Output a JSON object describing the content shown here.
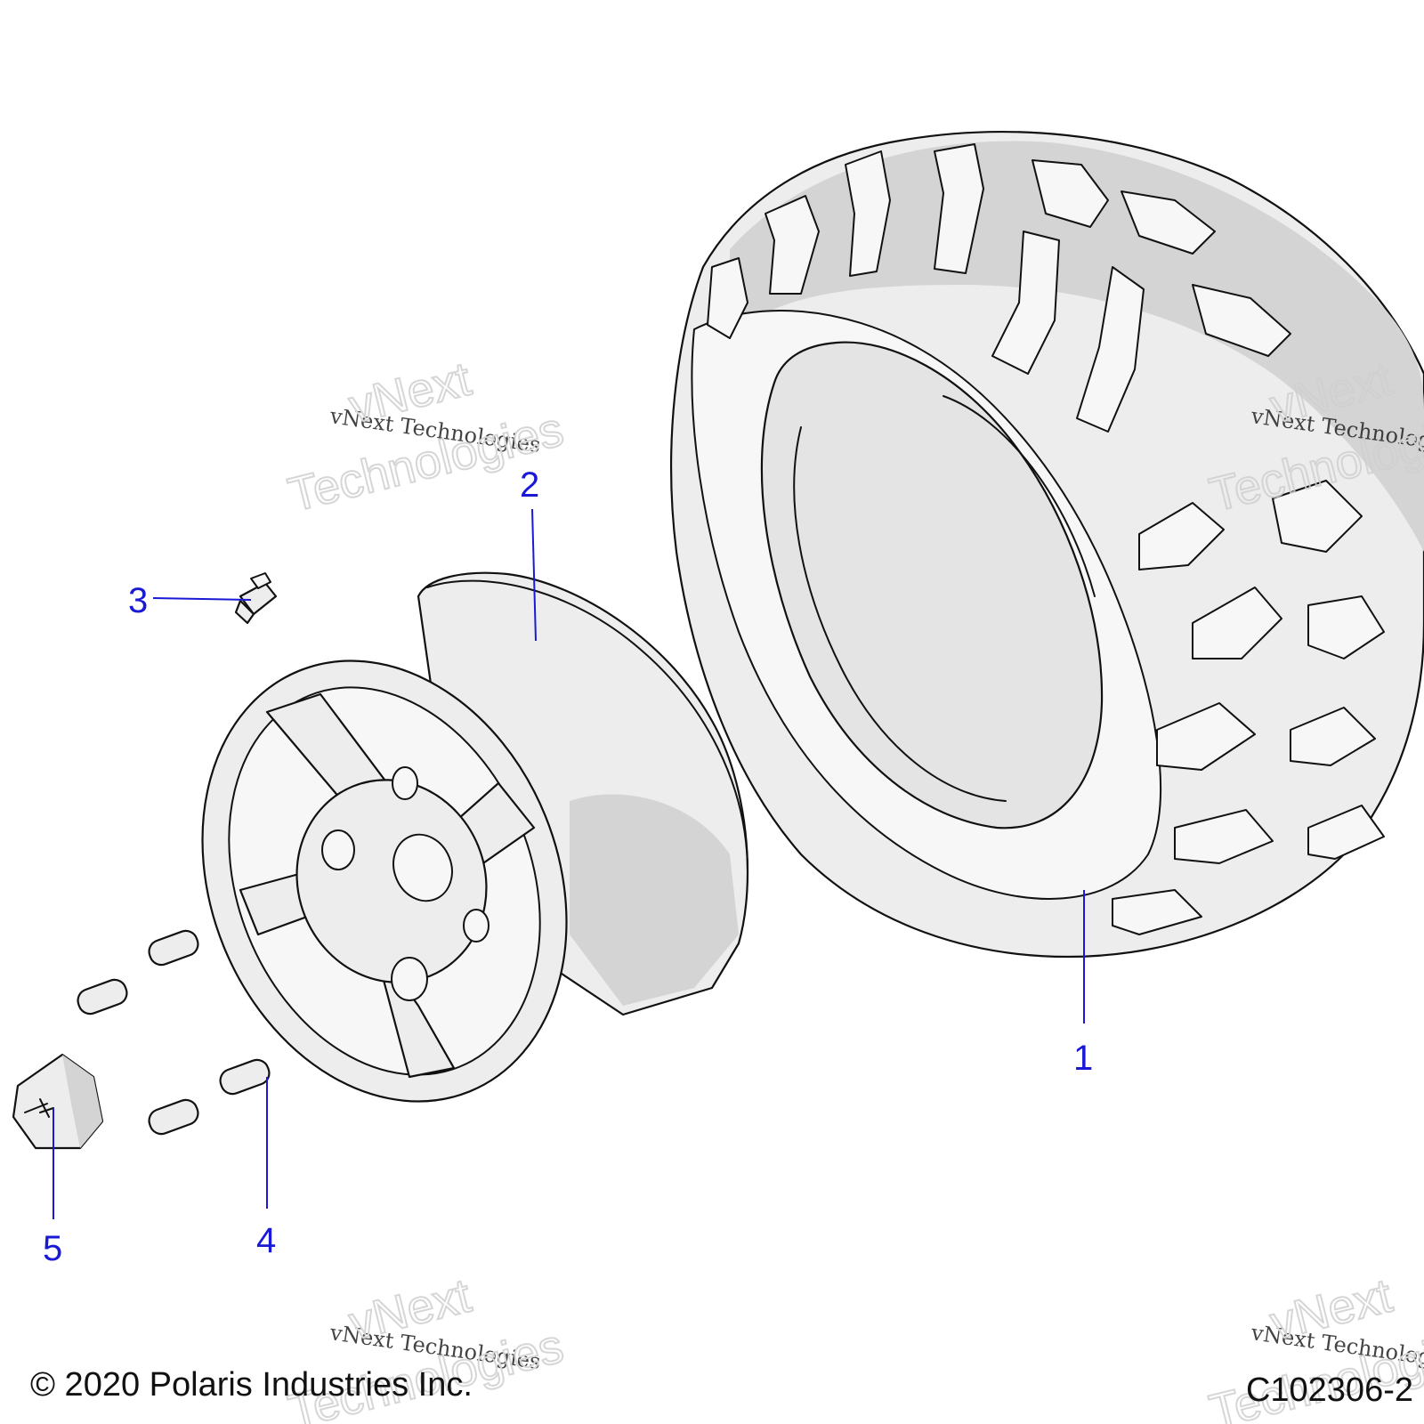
{
  "diagram": {
    "callouts": [
      {
        "id": "1",
        "label": "1"
      },
      {
        "id": "2",
        "label": "2"
      },
      {
        "id": "3",
        "label": "3"
      },
      {
        "id": "4",
        "label": "4"
      },
      {
        "id": "5",
        "label": "5"
      }
    ],
    "watermark": {
      "script_text": "vNext Technologies",
      "outline_line1": "vNext",
      "outline_line2": "Technologies"
    },
    "footer": {
      "copyright": "© 2020 Polaris Industries Inc.",
      "drawing_number": "C102306-2"
    },
    "colors": {
      "callout": "#1a1ad6",
      "line_art": "#111111",
      "part_fill": "#ededed",
      "watermark_outline": "#cfcfcf"
    }
  }
}
